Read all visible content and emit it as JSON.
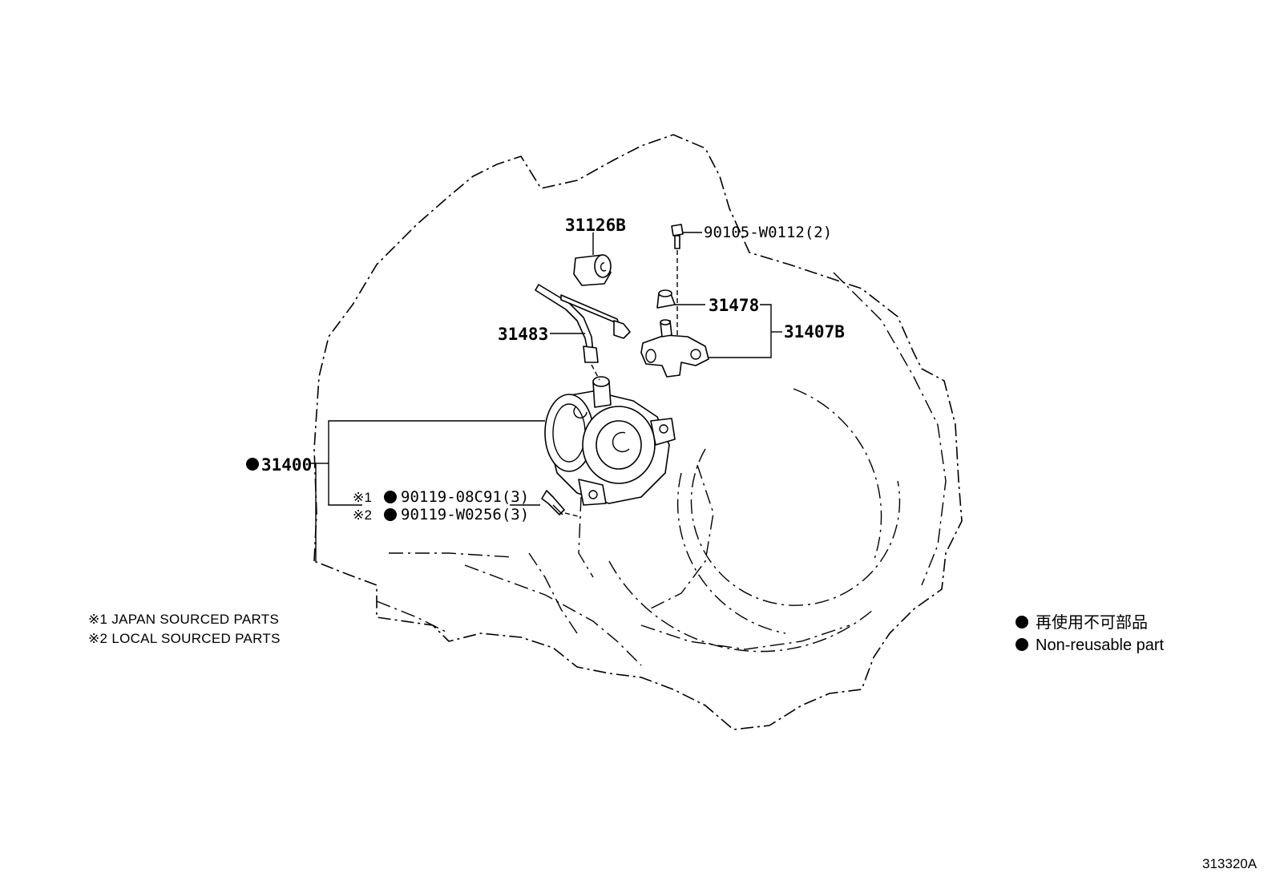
{
  "callouts": {
    "p31126B": "31126B",
    "p90105": "90105-W0112(2)",
    "p31478": "31478",
    "p31407B": "31407B",
    "p31483": "31483",
    "p31400": "31400",
    "p90119a_mark": "※1",
    "p90119a": "90119-08C91(3)",
    "p90119b_mark": "※2",
    "p90119b": "90119-W0256(3)"
  },
  "notes": {
    "note1": "※1 JAPAN SOURCED PARTS",
    "note2": "※2 LOCAL SOURCED PARTS"
  },
  "legend": {
    "jp": "再使用不可部品",
    "en": "Non-reusable part",
    "marker_color": "#000000"
  },
  "illustration_code": "313320A"
}
